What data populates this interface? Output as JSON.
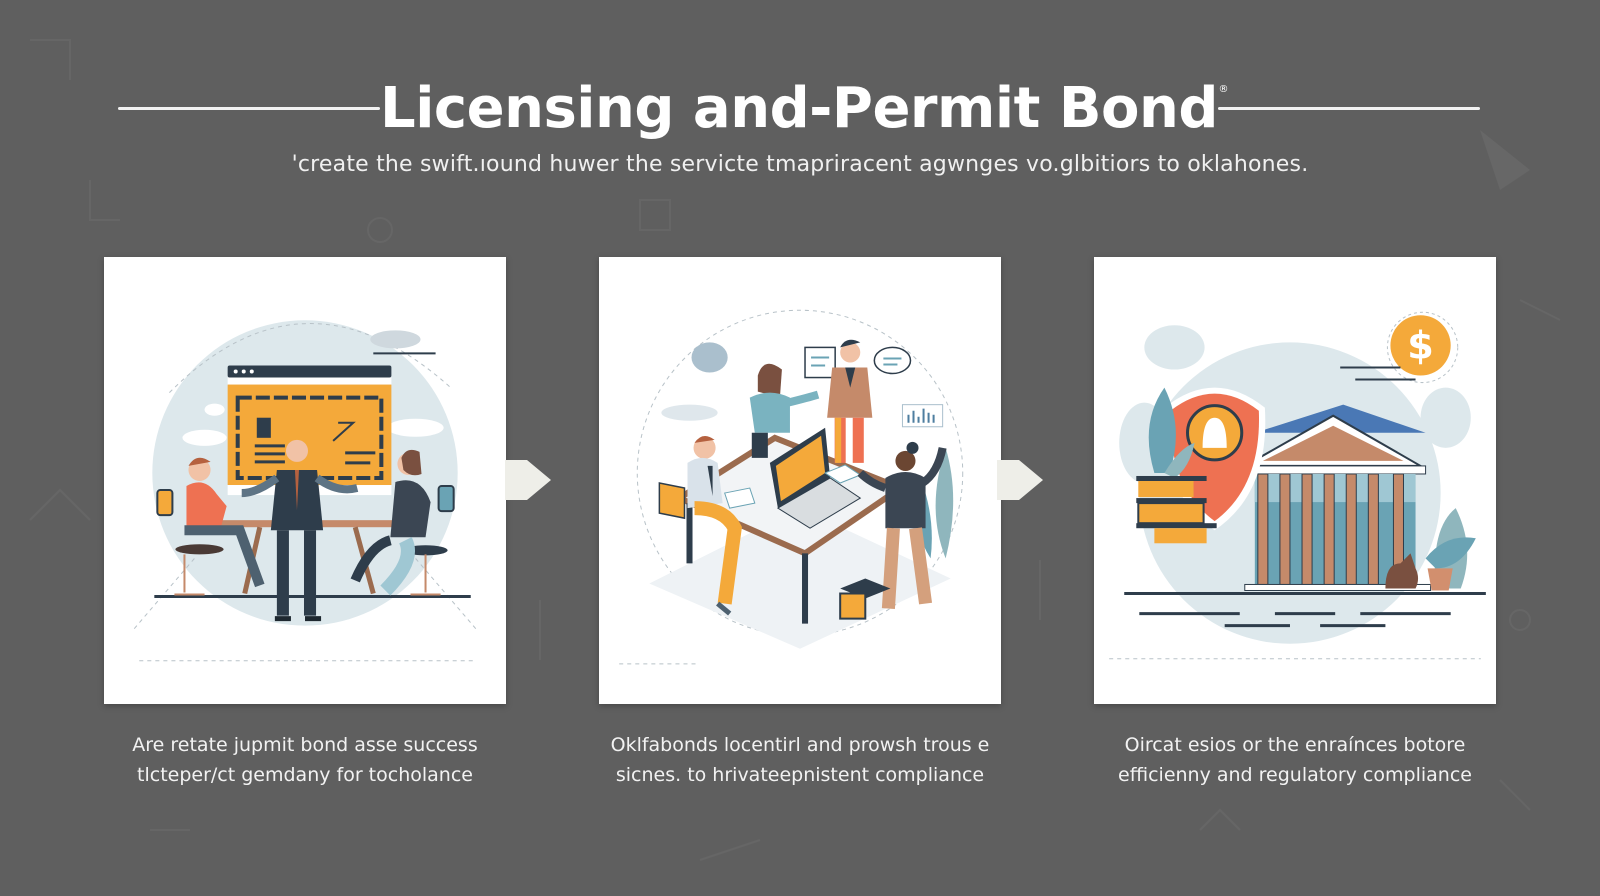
{
  "header": {
    "title": "Licensing and-Permit Bond",
    "registered_mark": "®",
    "subtitle": "'create the swift.ıound huwer the servicte tmapriracent agwnges vo.glbitiors to oklahones."
  },
  "colors": {
    "background": "#5f5f5f",
    "card_background": "#ffffff",
    "accent_orange": "#f4a93a",
    "accent_coral": "#ee7152",
    "navy": "#2e3d4b",
    "light_blue_circle": "#dbe7ec",
    "teal": "#6aa3b4",
    "brown": "#c58a6a",
    "roof_blue": "#4a78b5"
  },
  "steps": [
    {
      "illustration": "team-meeting-presentation-illustration",
      "caption_line1": "Are retate jupmit bond asse success",
      "caption_line2": "tlcteper/ct gemdany for tocholance"
    },
    {
      "illustration": "team-collaboration-desk-illustration",
      "caption_line1": "Oklfabonds locentirl and prowsh trous e",
      "caption_line2": "sicnes. to hrivateepnistent compliance"
    },
    {
      "illustration": "government-building-shield-illustration",
      "caption_line1": "Oircat esios or the enraínces botore",
      "caption_line2": "efficienny and regulatory compliance"
    }
  ],
  "icons": {
    "arrow_1": "chevron-right-icon",
    "arrow_2": "chevron-right-icon",
    "shield": "shield-icon",
    "dollar": "dollar-coin-icon",
    "dollar_glyph": "$"
  }
}
